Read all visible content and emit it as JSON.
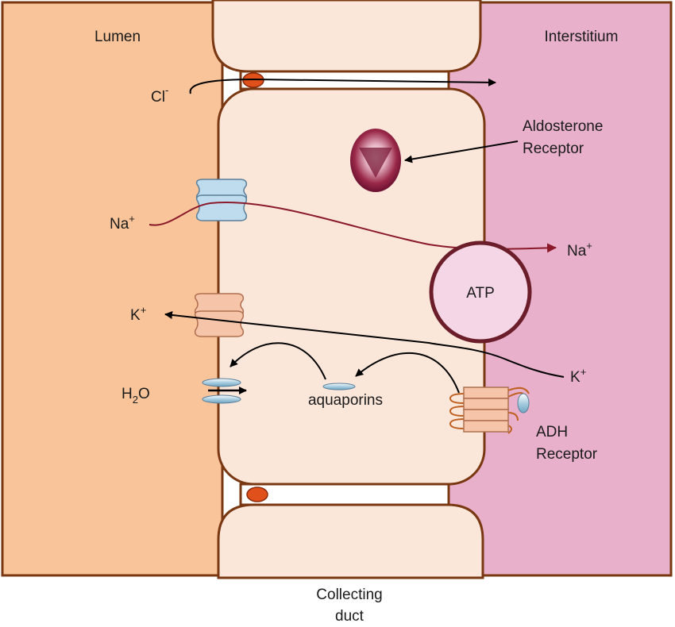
{
  "regions": {
    "lumen": "Lumen",
    "interstitium": "Interstitium"
  },
  "ions": {
    "cl": {
      "symbol": "Cl",
      "charge": "-"
    },
    "na_lumen": {
      "symbol": "Na",
      "charge": "+"
    },
    "na_interstitium": {
      "symbol": "Na",
      "charge": "+"
    },
    "k_lumen": {
      "symbol": "K",
      "charge": "+"
    },
    "k_interstitium": {
      "symbol": "K",
      "charge": "+"
    },
    "water": {
      "symbol_h": "H",
      "subscript": "2",
      "symbol_o": "O"
    }
  },
  "components": {
    "aldosterone_receptor": {
      "line1": "Aldosterone",
      "line2": "Receptor"
    },
    "atp_pump": "ATP",
    "aquaporins": "aquaporins",
    "adh_receptor": {
      "line1": "ADH",
      "line2": "Receptor"
    }
  },
  "caption": {
    "line1": "Collecting",
    "line2": "duct"
  },
  "colors": {
    "lumen": "#f9c49a",
    "interstitium": "#e8b0cb",
    "cell": "#fbe6da",
    "cell_border": "#7a3812",
    "na_arrow": "#8a1a2a",
    "tight_junction": "#e0501a",
    "channel_blue": "#bfdcef",
    "channel_peach": "#f6c4a8",
    "atp_fill": "#f5d6e6",
    "atp_border": "#6b1d2a"
  }
}
